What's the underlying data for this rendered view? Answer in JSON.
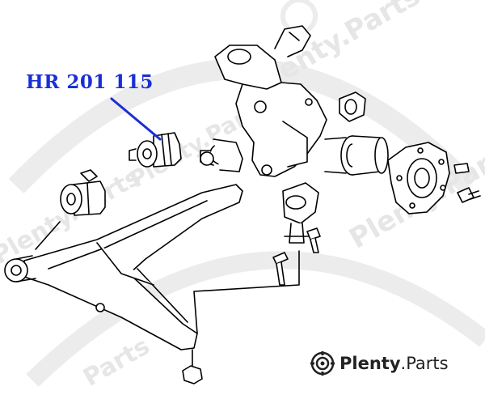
{
  "part_label": "HR 201 115",
  "brand": {
    "name": "Plenty",
    "suffix": ".Parts"
  },
  "watermark": {
    "text": "Plenty.Parts",
    "short": "Parts"
  },
  "colors": {
    "label_blue": "#1a2fd6",
    "line": "#000000",
    "watermark": "#e6e6e6"
  }
}
